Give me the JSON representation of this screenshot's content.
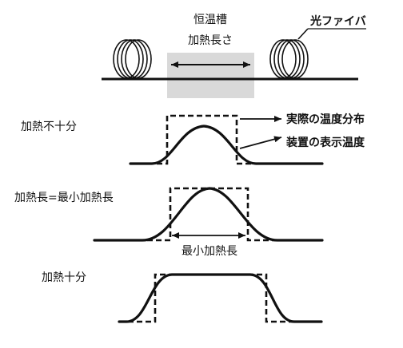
{
  "top": {
    "chamber_label_line1": "恒温槽",
    "chamber_label_line2": "加熱長さ",
    "fiber_label": "光ファイバ"
  },
  "legend": {
    "actual": "実際の温度分布",
    "device": "装置の表示温度"
  },
  "cases": [
    {
      "label": "加熱不十分"
    },
    {
      "label": "加熱長=最小加熱長",
      "span_label": "最小加熱長"
    },
    {
      "label": "加熱十分"
    }
  ],
  "colors": {
    "ink": "#111111",
    "chamber_fill": "#d9d9d9"
  }
}
